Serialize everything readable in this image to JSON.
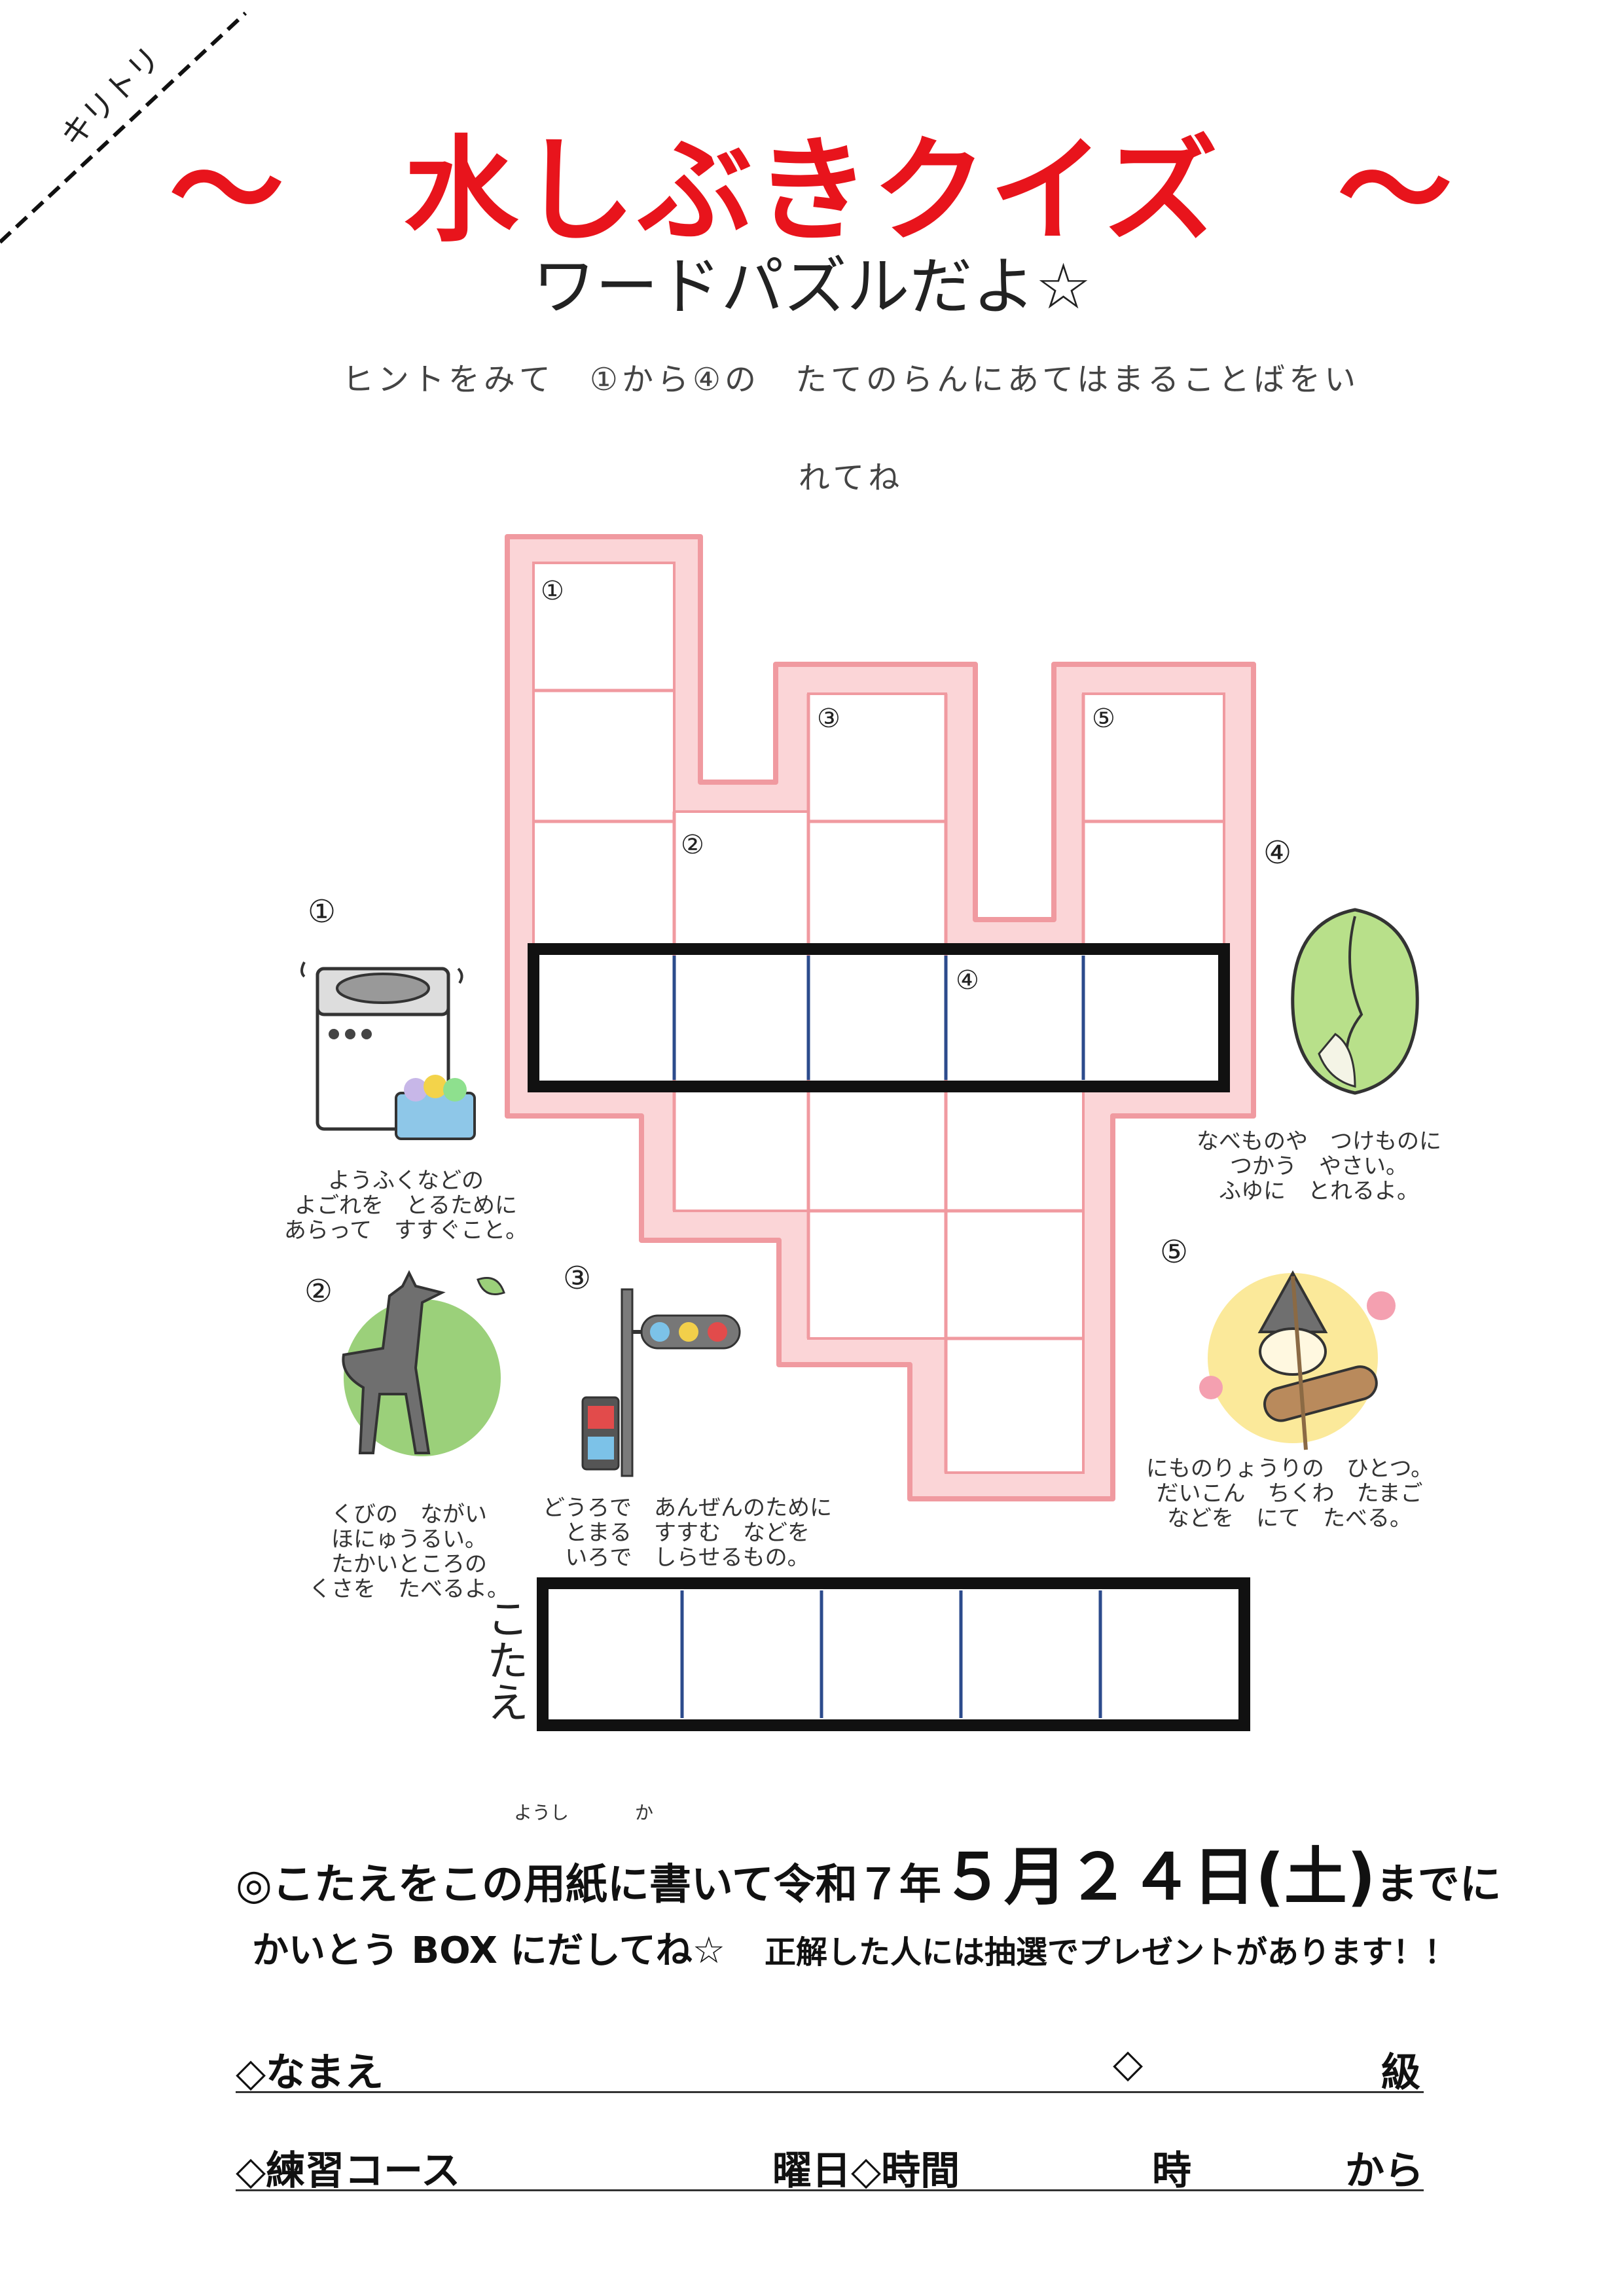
{
  "cut_label": "キリトリ",
  "title": "～　水しぶきクイズ　～",
  "subtitle": "ワードパズルだよ☆",
  "instructions": {
    "line1": "ヒントをみて　①から④の　たてのらんにあてはまることばをい",
    "line2": "れてね"
  },
  "grid": {
    "cell_numbers": [
      "①",
      "②",
      "③",
      "④",
      "⑤"
    ]
  },
  "hints": [
    {
      "num": "①",
      "text": "ようふくなどの\nよごれを　とるために\nあらって　すすぐこと。",
      "icon": "washing-machine-icon"
    },
    {
      "num": "②",
      "text": "くびの　ながい\nほにゅうるい。\nたかいところの\nくさを　たべるよ。",
      "icon": "giraffe-icon"
    },
    {
      "num": "③",
      "text": "どうろで　あんぜんのために\nとまる　すすむ　などを\nいろで　しらせるもの。",
      "icon": "traffic-light-icon"
    },
    {
      "num": "④",
      "text": "なべものや　つけものに\nつかう　やさい。\nふゆに　とれるよ。",
      "icon": "chinese-cabbage-icon"
    },
    {
      "num": "⑤",
      "text": "にものりょうりの　ひとつ。\nだいこん　ちくわ　たまご\nなどを　にて　たべる。",
      "icon": "oden-icon"
    }
  ],
  "answer_label": "こたえ",
  "footer": {
    "line1_a": "◎こたえをこの",
    "line1_b": "用紙",
    "line1_c": "に",
    "line1_d": "書",
    "line1_e": "いて令和７年",
    "line1_date": "５月２４日",
    "line1_day": "(土)",
    "line1_f": "までに",
    "furigana_yoshi": "ようし",
    "furigana_ka": "か",
    "line2_a": "かいとう BOX にだしてね☆",
    "line2_b": "正解した人には抽選でプレゼントがあります！！"
  },
  "form": {
    "name_label": "◇なまえ",
    "grade_mark": "◇",
    "grade_label": "級",
    "course_label": "◇練習コース",
    "day_time_label": "曜日◇時間",
    "hour_label": "時",
    "from_label": "から"
  },
  "colors": {
    "title_red": "#e8141c",
    "pink_outline": "#f3a6aa",
    "pink_fill": "#fbd5d7",
    "blue_divider": "#2c4b8c"
  }
}
